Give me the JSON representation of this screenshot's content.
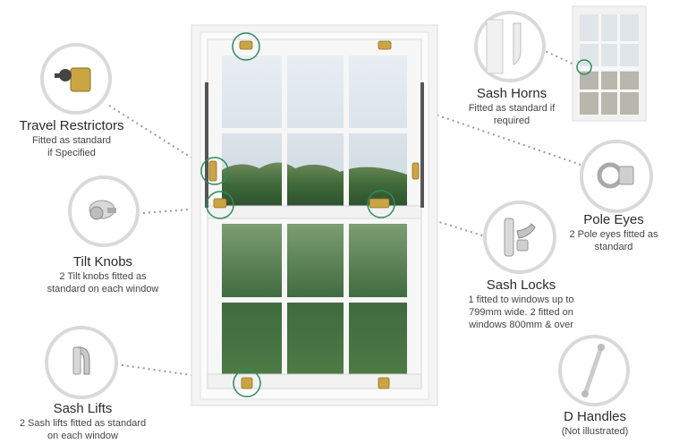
{
  "features": {
    "travel_restrictors": {
      "title": "Travel Restrictors",
      "desc": [
        "Fitted as standard",
        "if Specified"
      ]
    },
    "tilt_knobs": {
      "title": "Tilt Knobs",
      "desc": [
        "2 Tilt knobs fitted as",
        "standard on each window"
      ]
    },
    "sash_lifts": {
      "title": "Sash Lifts",
      "desc": [
        "2 Sash lifts fitted as standard",
        "on each window"
      ]
    },
    "sash_horns": {
      "title": "Sash Horns",
      "desc": [
        "Fitted as standard if",
        "required"
      ]
    },
    "pole_eyes": {
      "title": "Pole Eyes",
      "desc": [
        "2 Pole eyes fitted as",
        "standard"
      ]
    },
    "sash_locks": {
      "title": "Sash Locks",
      "desc": [
        "1 fitted to windows up to",
        "799mm wide. 2 fitted on",
        "windows 800mm & over"
      ]
    },
    "d_handles": {
      "title": "D Handles",
      "desc": [
        "(Not illustrated)"
      ]
    }
  },
  "colors": {
    "ring": "#d9d9d9",
    "highlight_ring": "#2e8b5a",
    "leader": "#9a9a9a",
    "frame": "#f3f3f3",
    "brass": "#c9a544"
  }
}
